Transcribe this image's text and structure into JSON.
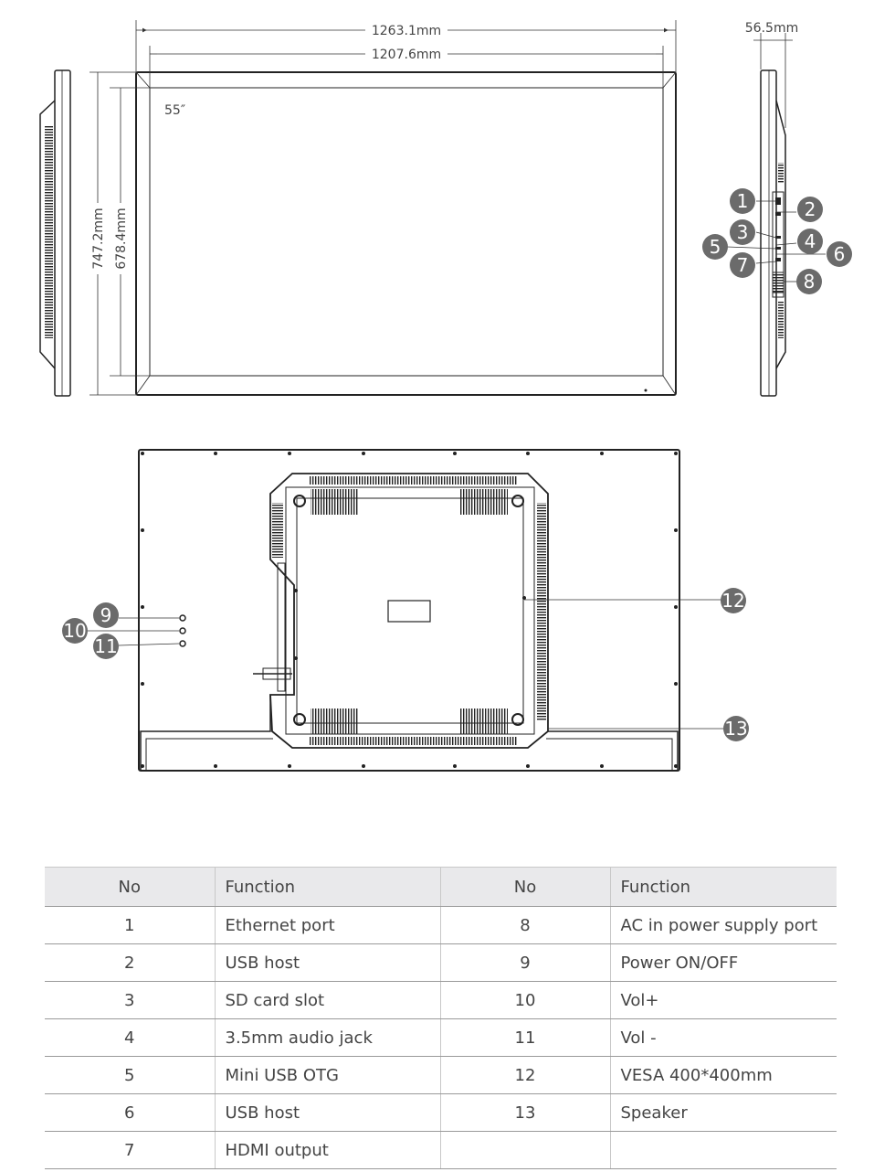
{
  "dimensions": {
    "outer_width": "1263.1mm",
    "inner_width": "1207.6mm",
    "outer_height": "747.2mm",
    "inner_height": "678.4mm",
    "depth": "56.5mm",
    "screen_size": "55″"
  },
  "callouts": [
    "1",
    "2",
    "3",
    "4",
    "5",
    "6",
    "7",
    "8",
    "9",
    "10",
    "11",
    "12",
    "13"
  ],
  "table": {
    "headers": [
      "No",
      "Function",
      "No",
      "Function"
    ],
    "rows": [
      {
        "no1": "1",
        "fn1": "Ethernet port",
        "no2": "8",
        "fn2": "AC in power supply port"
      },
      {
        "no1": "2",
        "fn1": "USB host",
        "no2": "9",
        "fn2": "Power ON/OFF"
      },
      {
        "no1": "3",
        "fn1": "SD card slot",
        "no2": "10",
        "fn2": "Vol+"
      },
      {
        "no1": "4",
        "fn1": "3.5mm audio jack",
        "no2": "11",
        "fn2": "Vol -"
      },
      {
        "no1": "5",
        "fn1": "Mini USB OTG",
        "no2": "12",
        "fn2": "VESA 400*400mm"
      },
      {
        "no1": "6",
        "fn1": "USB host",
        "no2": "13",
        "fn2": "Speaker"
      },
      {
        "no1": "7",
        "fn1": "HDMI output",
        "no2": "",
        "fn2": ""
      }
    ]
  },
  "colors": {
    "callout": "#6b6b6b",
    "line": "#222222",
    "header_bg": "#e9e9eb"
  }
}
